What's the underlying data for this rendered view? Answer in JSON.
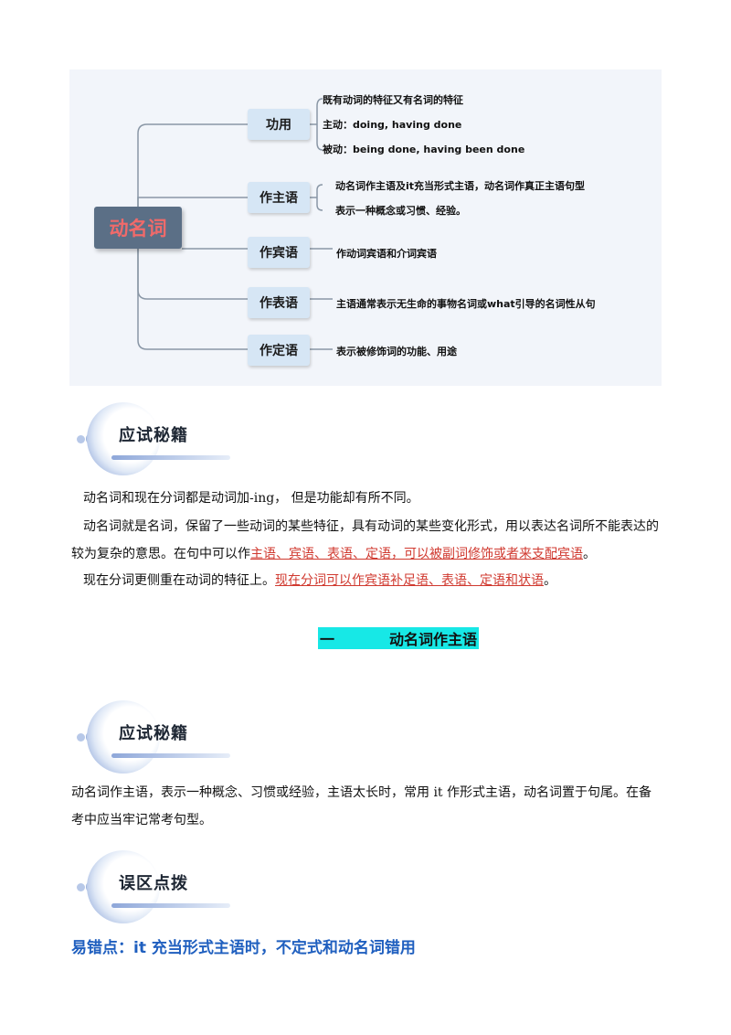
{
  "mindmap": {
    "root": "动名词",
    "nodes": [
      {
        "label": "功用",
        "items": [
          "既有动词的特征又有名词的特征",
          "主动：doing, having done",
          "被动：being done, having been done"
        ]
      },
      {
        "label": "作主语",
        "items": [
          "动名词作主语及it充当形式主语，动名词作真正主语句型",
          "表示一种概念或习惯、经验。"
        ]
      },
      {
        "label": "作宾语",
        "items": [
          "作动词宾语和介词宾语"
        ]
      },
      {
        "label": "作表语",
        "items": [
          "主语通常表示无生命的事物名词或what引导的名词性从句"
        ]
      },
      {
        "label": "作定语",
        "items": [
          "表示被修饰词的功能、用途"
        ]
      }
    ]
  },
  "banner1": {
    "label": "应试秘籍"
  },
  "intro": {
    "p1": "动名词和现在分词都是动词加-ing，  但是功能却有所不同。",
    "p2_a": "动名词就是名词，保留了一些动词的某些特征，具有动词的某些变化形式，用以表达名词所不能表达的较为复杂的意思。在句中可以作",
    "p2_red": "主语、宾语、表语、定语，可以被副词修饰或者来支配宾语",
    "p2_end": "。",
    "p3_a": "现在分词更侧重在动词的特征上。",
    "p3_red": "现在分词可以作宾语补足语、表语、定语和状语",
    "p3_end": "。"
  },
  "section1": {
    "number": "一",
    "title": "动名词作主语"
  },
  "banner2": {
    "label": "应试秘籍"
  },
  "section1_text": "动名词作主语，表示一种概念、习惯或经验，主语太长时，常用 it 作形式主语，动名词置于句尾。在备考中应当牢记常考句型。",
  "banner3": {
    "label": "误区点拨"
  },
  "error_title": "易错点：it 充当形式主语时，不定式和动名词错用",
  "colors": {
    "accent_red": "#d0392f",
    "highlight": "#17e8e6",
    "blue_title": "#1f5fbf",
    "root_bg": "#5b6f86",
    "node_bg": "#d6e6f5"
  }
}
